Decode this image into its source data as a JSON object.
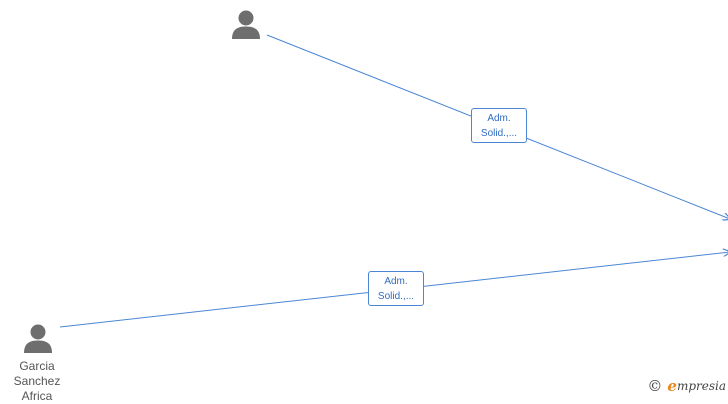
{
  "nodes": {
    "top_person": {
      "label": ""
    },
    "bottom_person": {
      "label_lines": [
        "Garcia",
        "Sanchez",
        "Africa"
      ]
    }
  },
  "edges": [
    {
      "label_lines": [
        "Adm.",
        "Solid.,..."
      ]
    },
    {
      "label_lines": [
        "Adm.",
        "Solid.,..."
      ]
    }
  ],
  "colors": {
    "edge": "#4a86d4",
    "icon": "#6e6e6e",
    "brand_accent": "#e8891a"
  },
  "brand": {
    "copyright": "©",
    "initial": "e",
    "rest": "mpresia"
  }
}
